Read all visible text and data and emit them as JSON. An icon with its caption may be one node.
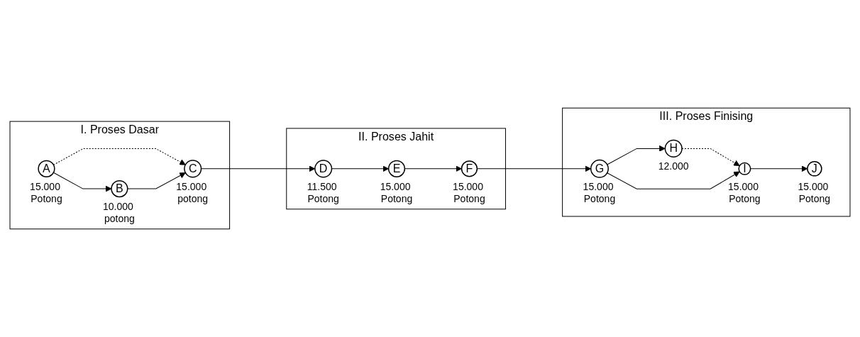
{
  "diagram": {
    "nodes": [
      {
        "text": [
          "I. Proses Dasar"
        ]
      },
      {
        "text": [
          "A"
        ],
        "in": 0,
        "beside": [
          "15.000 Potong"
        ]
      },
      {
        "text": [
          "B"
        ],
        "in": 0,
        "beside": [
          "10.000 potong"
        ]
      },
      {
        "text": [
          "C"
        ],
        "in": 0,
        "beside": [
          "15.000 potong"
        ]
      },
      {
        "text": [
          "II. Proses Jahit"
        ]
      },
      {
        "text": [
          "D"
        ],
        "in": 4,
        "beside": [
          "11.500 Potong"
        ]
      },
      {
        "text": [
          "E"
        ],
        "in": 4,
        "beside": [
          "15.000 Potong"
        ]
      },
      {
        "text": [
          "F"
        ],
        "in": 4,
        "beside": [
          "15.000 Potong"
        ]
      },
      {
        "text": [
          "III. Proses Finising"
        ]
      },
      {
        "text": [
          "H"
        ],
        "in": 8,
        "beside": [
          "12.000"
        ]
      },
      {
        "text": [
          "G"
        ],
        "in": 8,
        "beside": [
          "15.000 Potong"
        ]
      },
      {
        "text": [
          "I"
        ],
        "in": 8,
        "beside": [
          "15.000 Potong"
        ]
      },
      {
        "text": [
          "J"
        ],
        "in": 8,
        "beside": [
          "15.000 Potong"
        ]
      }
    ],
    "edges": [
      {
        "from": 1,
        "to": 2,
        "arrow": "to"
      },
      {
        "from": 1,
        "to": 3,
        "arrow": "to",
        "style": "dashed"
      },
      {
        "from": 2,
        "to": 3,
        "arrow": "to"
      },
      {
        "from": 3,
        "to": 5,
        "arrow": "to"
      },
      {
        "from": 5,
        "to": 6,
        "arrow": "to"
      },
      {
        "from": 6,
        "to": 7,
        "arrow": "to"
      },
      {
        "from": 7,
        "to": 10,
        "arrow": "to"
      },
      {
        "from": 10,
        "to": 9,
        "arrow": "to"
      },
      {
        "from": 9,
        "to": 11,
        "arrow": "to",
        "style": "dashed"
      },
      {
        "from": 10,
        "to": 11,
        "arrow": "to"
      },
      {
        "from": 11,
        "to": 12,
        "arrow": "to"
      }
    ]
  }
}
